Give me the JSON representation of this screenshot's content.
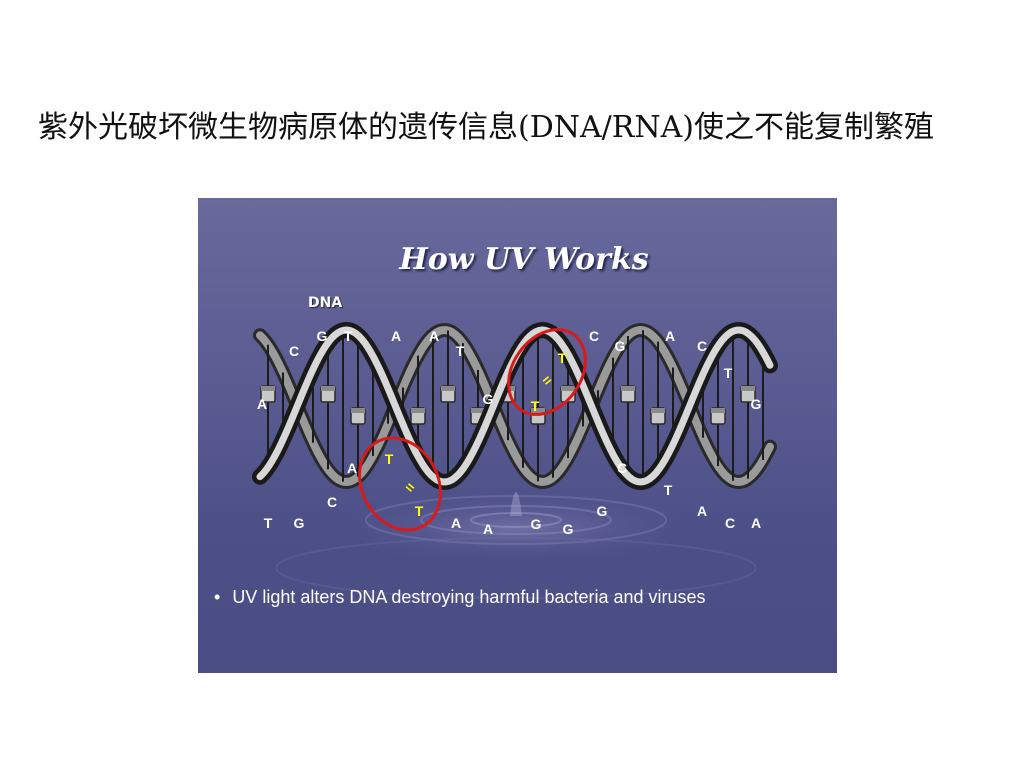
{
  "page": {
    "heading": "紫外光破坏微生物病原体的遗传信息(DNA/RNA)使之不能复制繁殖"
  },
  "figure": {
    "title": "How UV Works",
    "dna_label": "DNA",
    "bullet": "UV light alters DNA destroying harmful bacteria and viruses",
    "colors": {
      "panel_top": "#686a9c",
      "panel_bottom": "#4a4c84",
      "strand_dark": "#1a1a1a",
      "strand_light": "#d8d8d8",
      "base_letter": "#ffffff",
      "dimer_letter": "#ffff00",
      "dimer_circle": "#d81a1a"
    },
    "bases": [
      {
        "t": "G"
      },
      {
        "t": "T"
      },
      {
        "t": "A"
      },
      {
        "t": "A"
      },
      {
        "t": "C"
      },
      {
        "t": "T"
      },
      {
        "t": "C"
      },
      {
        "t": "G"
      },
      {
        "t": "A"
      },
      {
        "t": "C"
      },
      {
        "t": "T"
      },
      {
        "t": "A"
      },
      {
        "t": "G"
      },
      {
        "t": "G"
      },
      {
        "t": "A"
      },
      {
        "t": "C"
      },
      {
        "t": "C"
      },
      {
        "t": "T"
      },
      {
        "t": "T"
      },
      {
        "t": "G"
      },
      {
        "t": "G"
      },
      {
        "t": "A"
      },
      {
        "t": "C"
      },
      {
        "t": "A"
      },
      {
        "t": "A"
      },
      {
        "t": "G"
      },
      {
        "t": "G"
      },
      {
        "t": "A"
      },
      {
        "t": "C"
      }
    ],
    "dimers": [
      {
        "top": "T",
        "bond": "=",
        "bottom": "T"
      },
      {
        "top": "T",
        "bond": "=",
        "bottom": "T"
      }
    ]
  }
}
